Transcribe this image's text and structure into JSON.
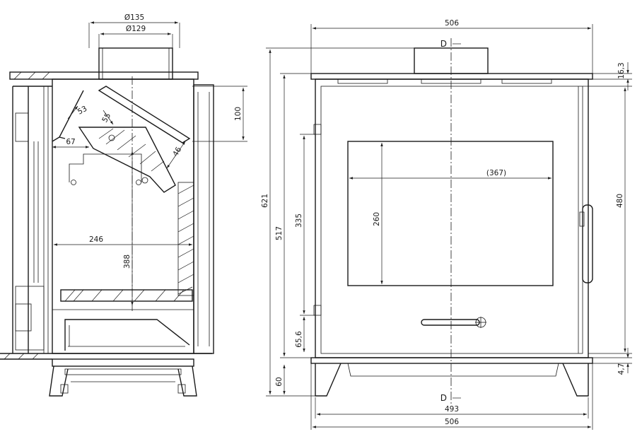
{
  "section_marker": "D",
  "side_view": {
    "flue_outer": "Ø135",
    "flue_inner": "Ø129",
    "baffle_offset": "100",
    "dim_53": "53",
    "dim_55": "55",
    "dim_67": "67",
    "dim_46": "46",
    "firebox_width": "246",
    "firebox_height": "388"
  },
  "front_view": {
    "top_width": "506",
    "overall_height": "621",
    "body_height": "517",
    "top_plate": "16,3",
    "door_height": "480",
    "hinge_span": "335",
    "glass_width": "(367)",
    "glass_height": "260",
    "hinge_bottom": "65,6",
    "legs_height": "60",
    "base_plate": "4,7",
    "foot_span": "493",
    "base_width": "506"
  }
}
